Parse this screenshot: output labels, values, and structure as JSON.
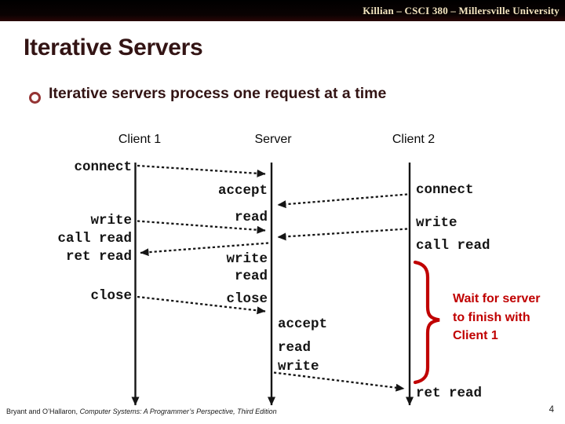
{
  "header": {
    "course_banner": "Killian – CSCI 380 – Millersville University"
  },
  "slide": {
    "title": "Iterative Servers",
    "bullet": "Iterative servers process one request at a time"
  },
  "diagram": {
    "columns": {
      "client1": "Client 1",
      "server": "Server",
      "client2": "Client 2"
    },
    "client1": {
      "connect": "connect",
      "write": "write",
      "call_read": "call read",
      "ret_read": "ret read",
      "close": "close"
    },
    "server_left": {
      "accept": "accept",
      "read1": "read",
      "write": "write",
      "read2": "read",
      "close": "close"
    },
    "server_right": {
      "accept": "accept",
      "read": "read",
      "write": "write"
    },
    "client2": {
      "connect": "connect",
      "write": "write",
      "call_read": "call read",
      "ret_read": "ret read"
    },
    "annotation": "Wait for server\nto finish with\nClient 1"
  },
  "footer": {
    "authors": "Bryant and O’Hallaron,",
    "book_title": "Computer Systems: A Programmer’s Perspective, Third Edition",
    "page": "4"
  },
  "colors": {
    "annotation_red": "#c00000",
    "bullet_ring_maroon": "#953434",
    "banner_text_cream": "#f3e5c0",
    "heading_maroon": "#331414",
    "banner_background": "#000000"
  }
}
